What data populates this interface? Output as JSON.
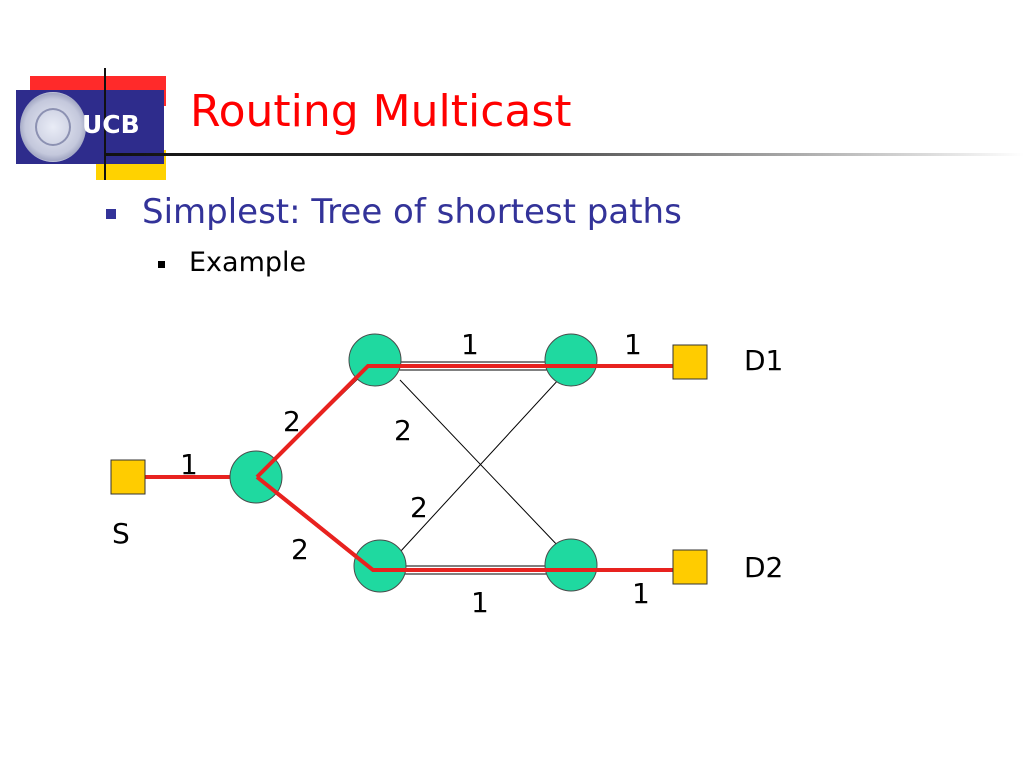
{
  "logo": {
    "text": "UCB"
  },
  "title": "Routing Multicast",
  "bullets": {
    "level1": "Simplest:  Tree of shortest paths",
    "level2": "Example"
  },
  "colors": {
    "title": "#ff0000",
    "bullet": "#333399",
    "router_fill": "#1fd9a0",
    "host_fill": "#ffcc00",
    "tree_path": "#e8221f"
  },
  "diagram": {
    "hosts": {
      "source": "S",
      "dest1": "D1",
      "dest2": "D2"
    },
    "edge_weights": {
      "s_to_a": "1",
      "a_to_b": "2",
      "a_to_c": "2",
      "b_to_d": "1",
      "d_to_d1": "1",
      "b_to_e": "2",
      "c_to_d": "2",
      "c_to_e": "1",
      "e_to_d2": "1"
    }
  }
}
